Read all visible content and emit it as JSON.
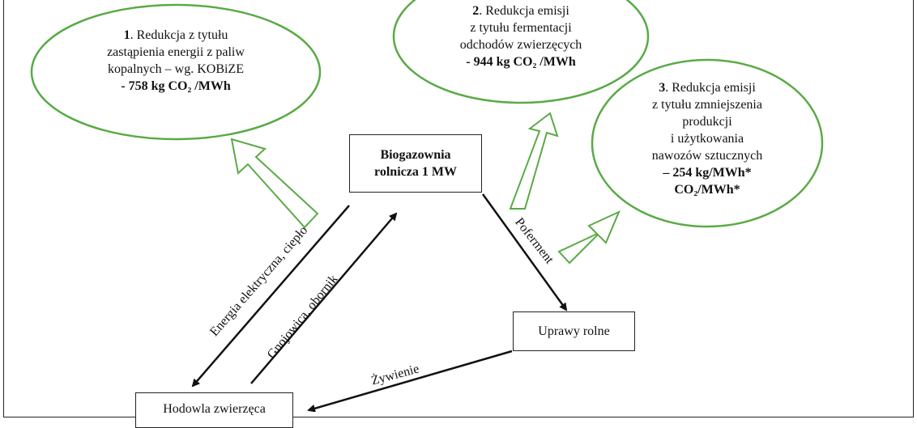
{
  "reductions": [
    {
      "number": "1",
      "line1": ". Redukcja z tytułu",
      "line2": "zastąpienia energii z paliw",
      "line3": "kopalnych – wg. KOBiZE",
      "value": "- 758 kg CO₂ /MWh"
    },
    {
      "number": "2",
      "line1": ". Redukcja emisji",
      "line2": "z tytułu fermentacji",
      "line3": "odchodów zwierzęcych",
      "value": "-  944 kg CO₂ /MWh"
    },
    {
      "number": "3",
      "line1": ". Redukcja emisji",
      "line2": "z tytułu zmniejszenia",
      "line3": "produkcji",
      "line4": "i użytkowania",
      "line5": "nawozów sztucznych",
      "value1": "– 254 kg/MWh*",
      "value2": "CO₂/MWh*"
    }
  ],
  "nodes": {
    "biogas_line1": "Biogazownia",
    "biogas_line2": "rolnicza 1 MW",
    "crops": "Uprawy rolne",
    "livestock": "Hodowla zwierzęca"
  },
  "edges": {
    "energy": "Energia elektryczna, ciepło",
    "manure": "Gnojowica, obornik",
    "digestate": "Poferment",
    "feeding": "Żywienie"
  },
  "colors": {
    "ellipse_stroke": "#5aaa46",
    "arrow_outline": "#5aaa46",
    "line": "#111111"
  }
}
